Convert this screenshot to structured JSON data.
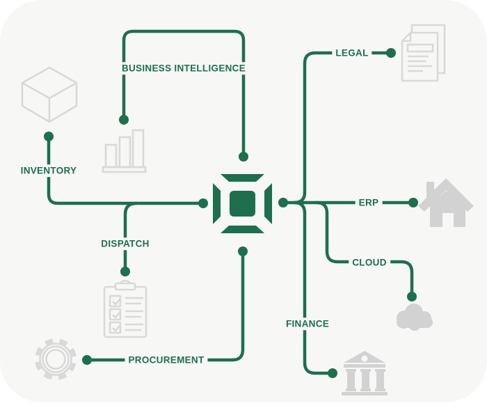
{
  "canvas": {
    "background_color": "#f7f7f6",
    "accent_color": "#1d6f4e",
    "icon_stroke_color": "#d9d9d9",
    "icon_fill_color": "#d2d2d2"
  },
  "hub": {
    "icon": "integration-hub-icon"
  },
  "nodes": [
    {
      "id": "business-intelligence",
      "label": "BUSINESS INTELLIGENCE",
      "icon": "bar-chart-icon"
    },
    {
      "id": "legal",
      "label": "LEGAL",
      "icon": "documents-icon"
    },
    {
      "id": "erp",
      "label": "ERP",
      "icon": "house-icon"
    },
    {
      "id": "cloud",
      "label": "CLOUD",
      "icon": "cloud-icon"
    },
    {
      "id": "finance",
      "label": "FINANCE",
      "icon": "bank-icon"
    },
    {
      "id": "inventory",
      "label": "INVENTORY",
      "icon": "cube-icon"
    },
    {
      "id": "dispatch",
      "label": "DISPATCH",
      "icon": "clipboard-checklist-icon"
    },
    {
      "id": "procurement",
      "label": "PROCUREMENT",
      "icon": "gear-icon"
    }
  ]
}
